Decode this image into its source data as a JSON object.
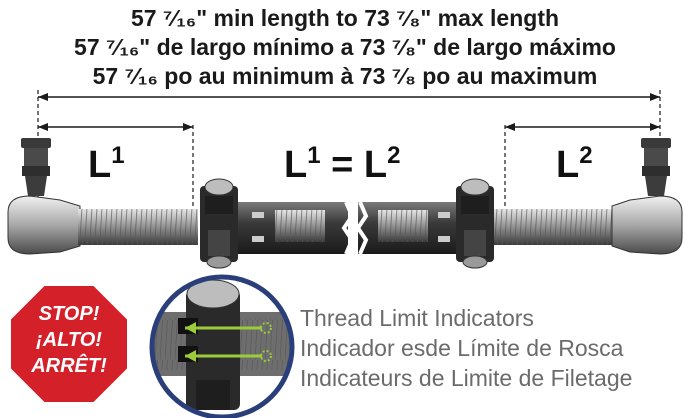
{
  "title": {
    "line_en": "57 ⁷⁄₁₆\" min length to 73 ⁷⁄₈\" max length",
    "line_es": "57 ⁷⁄₁₆\" de largo mínimo a 73 ⁷⁄₈\" de largo máximo",
    "line_fr": "57 ⁷⁄₁₆ po au minimum à 73 ⁷⁄₈ po au maximum"
  },
  "labels": {
    "l1_base": "L",
    "l1_sup": "1",
    "eq_l1_base": "L",
    "eq_l1_sup": "1",
    "eq_sign": " = ",
    "eq_l2_base": "L",
    "eq_l2_sup": "2",
    "l2_base": "L",
    "l2_sup": "2"
  },
  "stop_sign": {
    "line1": "STOP!",
    "line2": "¡ALTO!",
    "line3": "ARRÊT!",
    "color": "#d32029"
  },
  "indicators": {
    "line_en": "Thread Limit Indicators",
    "line_es": "Indicador esde Límite de Rosca",
    "line_fr": "Indicateurs de Limite de Filetage"
  },
  "colors": {
    "metal_dark": "#2b2b2b",
    "metal_mid": "#8a8a8a",
    "metal_light": "#cfcfcf",
    "arrow_green": "#9ccc3c",
    "inset_border": "#2a3f7a"
  }
}
